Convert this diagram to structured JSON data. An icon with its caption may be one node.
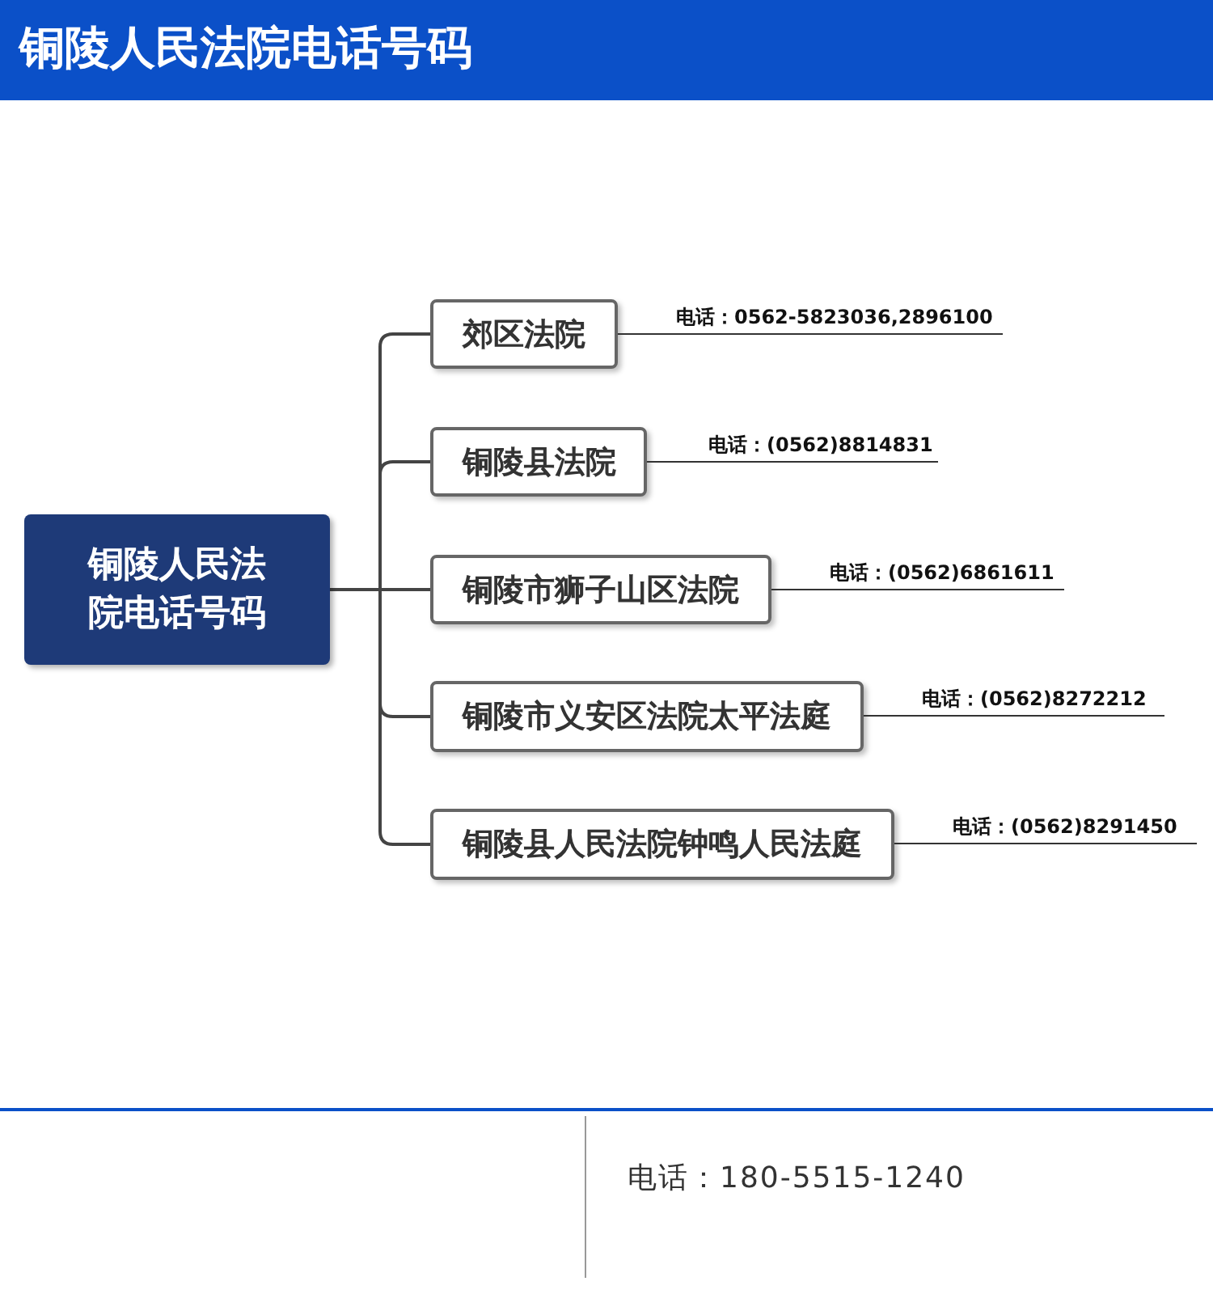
{
  "diagram": {
    "title": "铜陵人民法院电话号码",
    "nodes": [
      {
        "text": [
          "铜陵人民法院电话号码"
        ]
      },
      {
        "text": [
          "郊区法院"
        ],
        "beside": [
          "电话：0562-5823036,2896100"
        ]
      },
      {
        "text": [
          "铜陵县法院"
        ],
        "beside": [
          "电话：(0562)8814831"
        ]
      },
      {
        "text": [
          "铜陵市狮子山区法院"
        ],
        "beside": [
          "电话：(0562)6861611"
        ]
      },
      {
        "text": [
          "铜陵市义安区法院太平法庭"
        ],
        "beside": [
          "电话：(0562)8272212"
        ]
      },
      {
        "text": [
          "铜陵县人民法院钟鸣人民法庭"
        ],
        "beside": [
          "电话：(0562)8291450"
        ]
      }
    ],
    "edges": [
      {
        "from": 0,
        "to": 1,
        "arrow": "none"
      },
      {
        "from": 0,
        "to": 2,
        "arrow": "none"
      },
      {
        "from": 0,
        "to": 3,
        "arrow": "none"
      },
      {
        "from": 0,
        "to": 4,
        "arrow": "none"
      },
      {
        "from": 0,
        "to": 5,
        "arrow": "none"
      }
    ],
    "labels": [
      "电话：180-5515-1240"
    ]
  }
}
